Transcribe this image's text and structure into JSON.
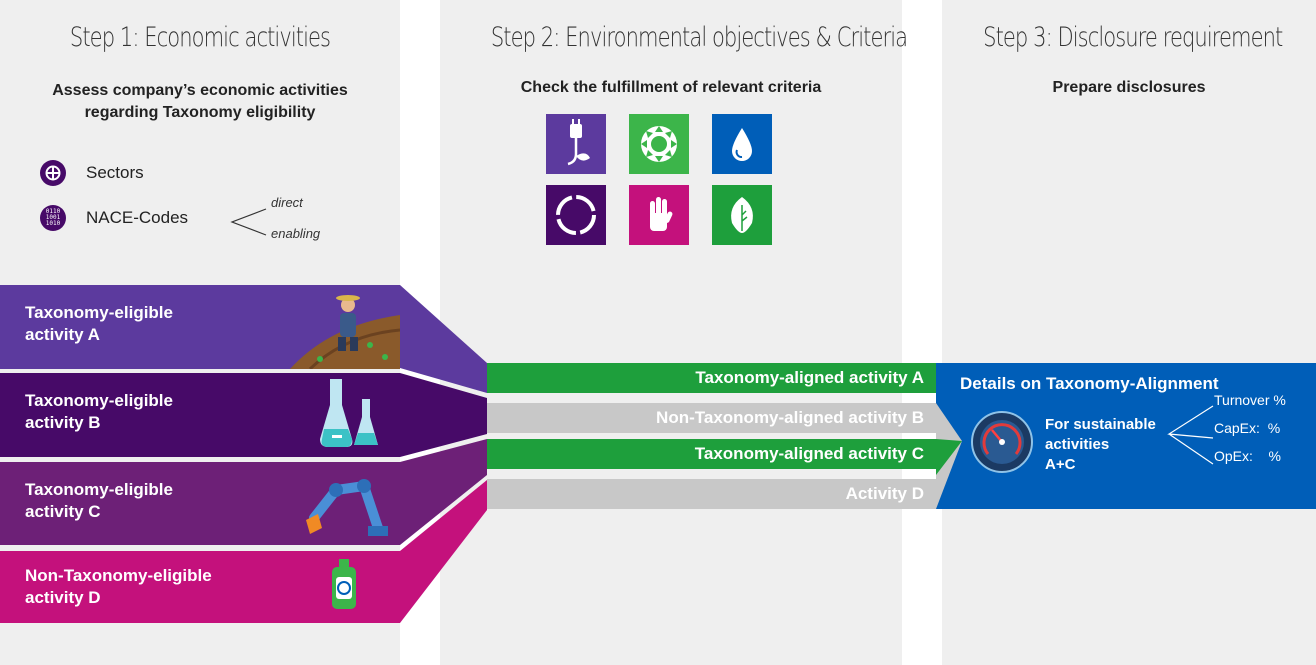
{
  "step1": {
    "title": "Step 1: Economic activities",
    "subtitle_line1": "Assess company’s economic activities",
    "subtitle_line2": "regarding Taxonomy eligibility",
    "legend": {
      "sectors": "Sectors",
      "nace": "NACE-Codes",
      "branch_direct": "direct",
      "branch_enabling": "enabling",
      "nace_icon_text": "0110\n1001\n1010"
    }
  },
  "step2": {
    "title": "Step 2: Environmental objectives & Criteria",
    "subtitle": "Check the fulfillment of relevant criteria",
    "tiles": [
      {
        "icon": "plug-leaf-icon",
        "color": "#5c3a9e"
      },
      {
        "icon": "fan-icon",
        "color": "#3cb54a"
      },
      {
        "icon": "water-drop-icon",
        "color": "#005eb8"
      },
      {
        "icon": "circular-arrows-icon",
        "color": "#470a68"
      },
      {
        "icon": "stop-hand-icon",
        "color": "#c4117c"
      },
      {
        "icon": "leaf-icon",
        "color": "#1e9f3c"
      }
    ]
  },
  "step3": {
    "title": "Step 3: Disclosure requirement",
    "subtitle": "Prepare disclosures"
  },
  "activities": [
    {
      "line1": "Taxonomy-eligible",
      "line2": "activity A",
      "color": "#5c3a9e",
      "icon": "farmer-icon"
    },
    {
      "line1": "Taxonomy-eligible",
      "line2": "activity B",
      "color": "#470a68",
      "icon": "lab-flasks-icon"
    },
    {
      "line1": "Taxonomy-eligible",
      "line2": "activity C",
      "color": "#6d2077",
      "icon": "robot-arm-icon"
    },
    {
      "line1": "Non-Taxonomy-eligible",
      "line2": "activity D",
      "color": "#c4117c",
      "icon": "detergent-bottle-icon"
    }
  ],
  "aligned": [
    {
      "label": "Taxonomy-aligned activity A",
      "color": "#1e9f3c"
    },
    {
      "label": "Non-Taxonomy-aligned activity B",
      "color": "#c8c8c8"
    },
    {
      "label": "Taxonomy-aligned activity C",
      "color": "#1e9f3c"
    },
    {
      "label": "Activity D",
      "color": "#c8c8c8"
    }
  ],
  "details": {
    "title": "Details on Taxonomy-Alignment",
    "for_line1": "For sustainable",
    "for_line2": "activities",
    "for_line3": "A+C",
    "metrics": [
      "Turnover %",
      "CapEx:  %",
      "OpEx:    %"
    ],
    "icon": "speedometer-icon",
    "color": "#005eb8"
  }
}
